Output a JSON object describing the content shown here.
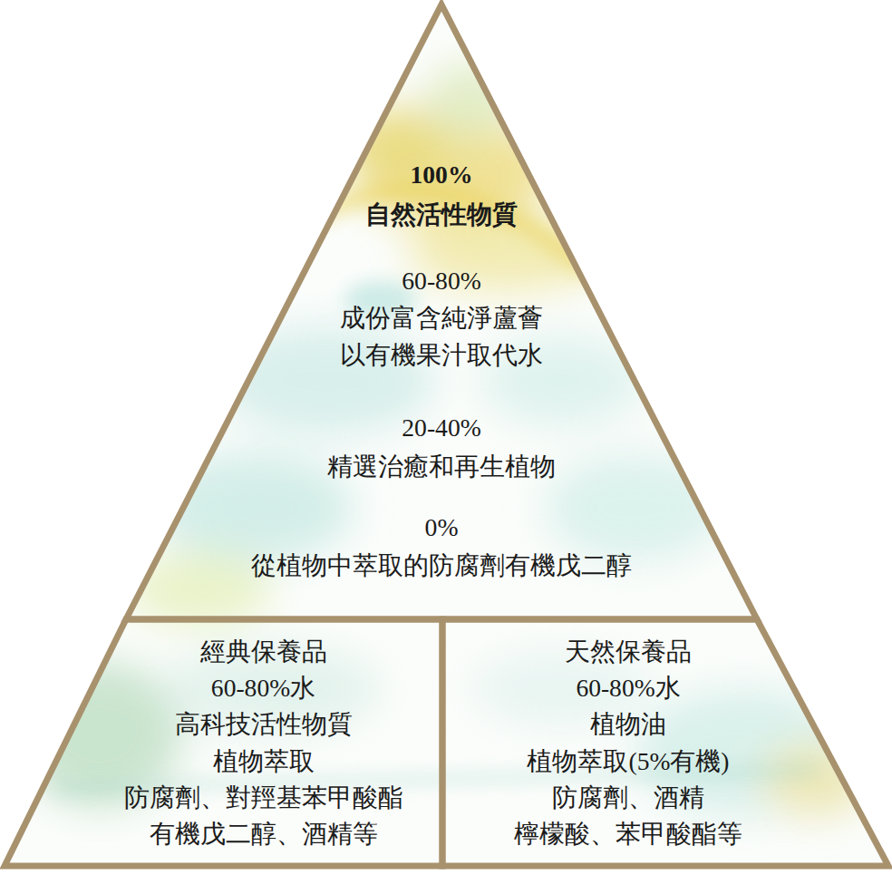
{
  "diagram": {
    "nodes": [
      {
        "text": [
          "100% 自然活性物質",
          "60-80% 成份富含純淨蘆薈 以有機果汁取代水",
          "20-40% 精選治癒和再生植物",
          "0% 從植物中萃取的防腐劑有機戊二醇"
        ]
      },
      {
        "text": [
          "經典保養品 60-80%水 高科技活性物質 植物萃取 防腐劑、對羥基苯甲酸酯 有機戊二醇、酒精等"
        ]
      },
      {
        "text": [
          "天然保養品 60-80%水 植物油 植物萃取(5%有機) 防腐劑、酒精 檸檬酸、苯甲酸酯等"
        ]
      }
    ]
  }
}
